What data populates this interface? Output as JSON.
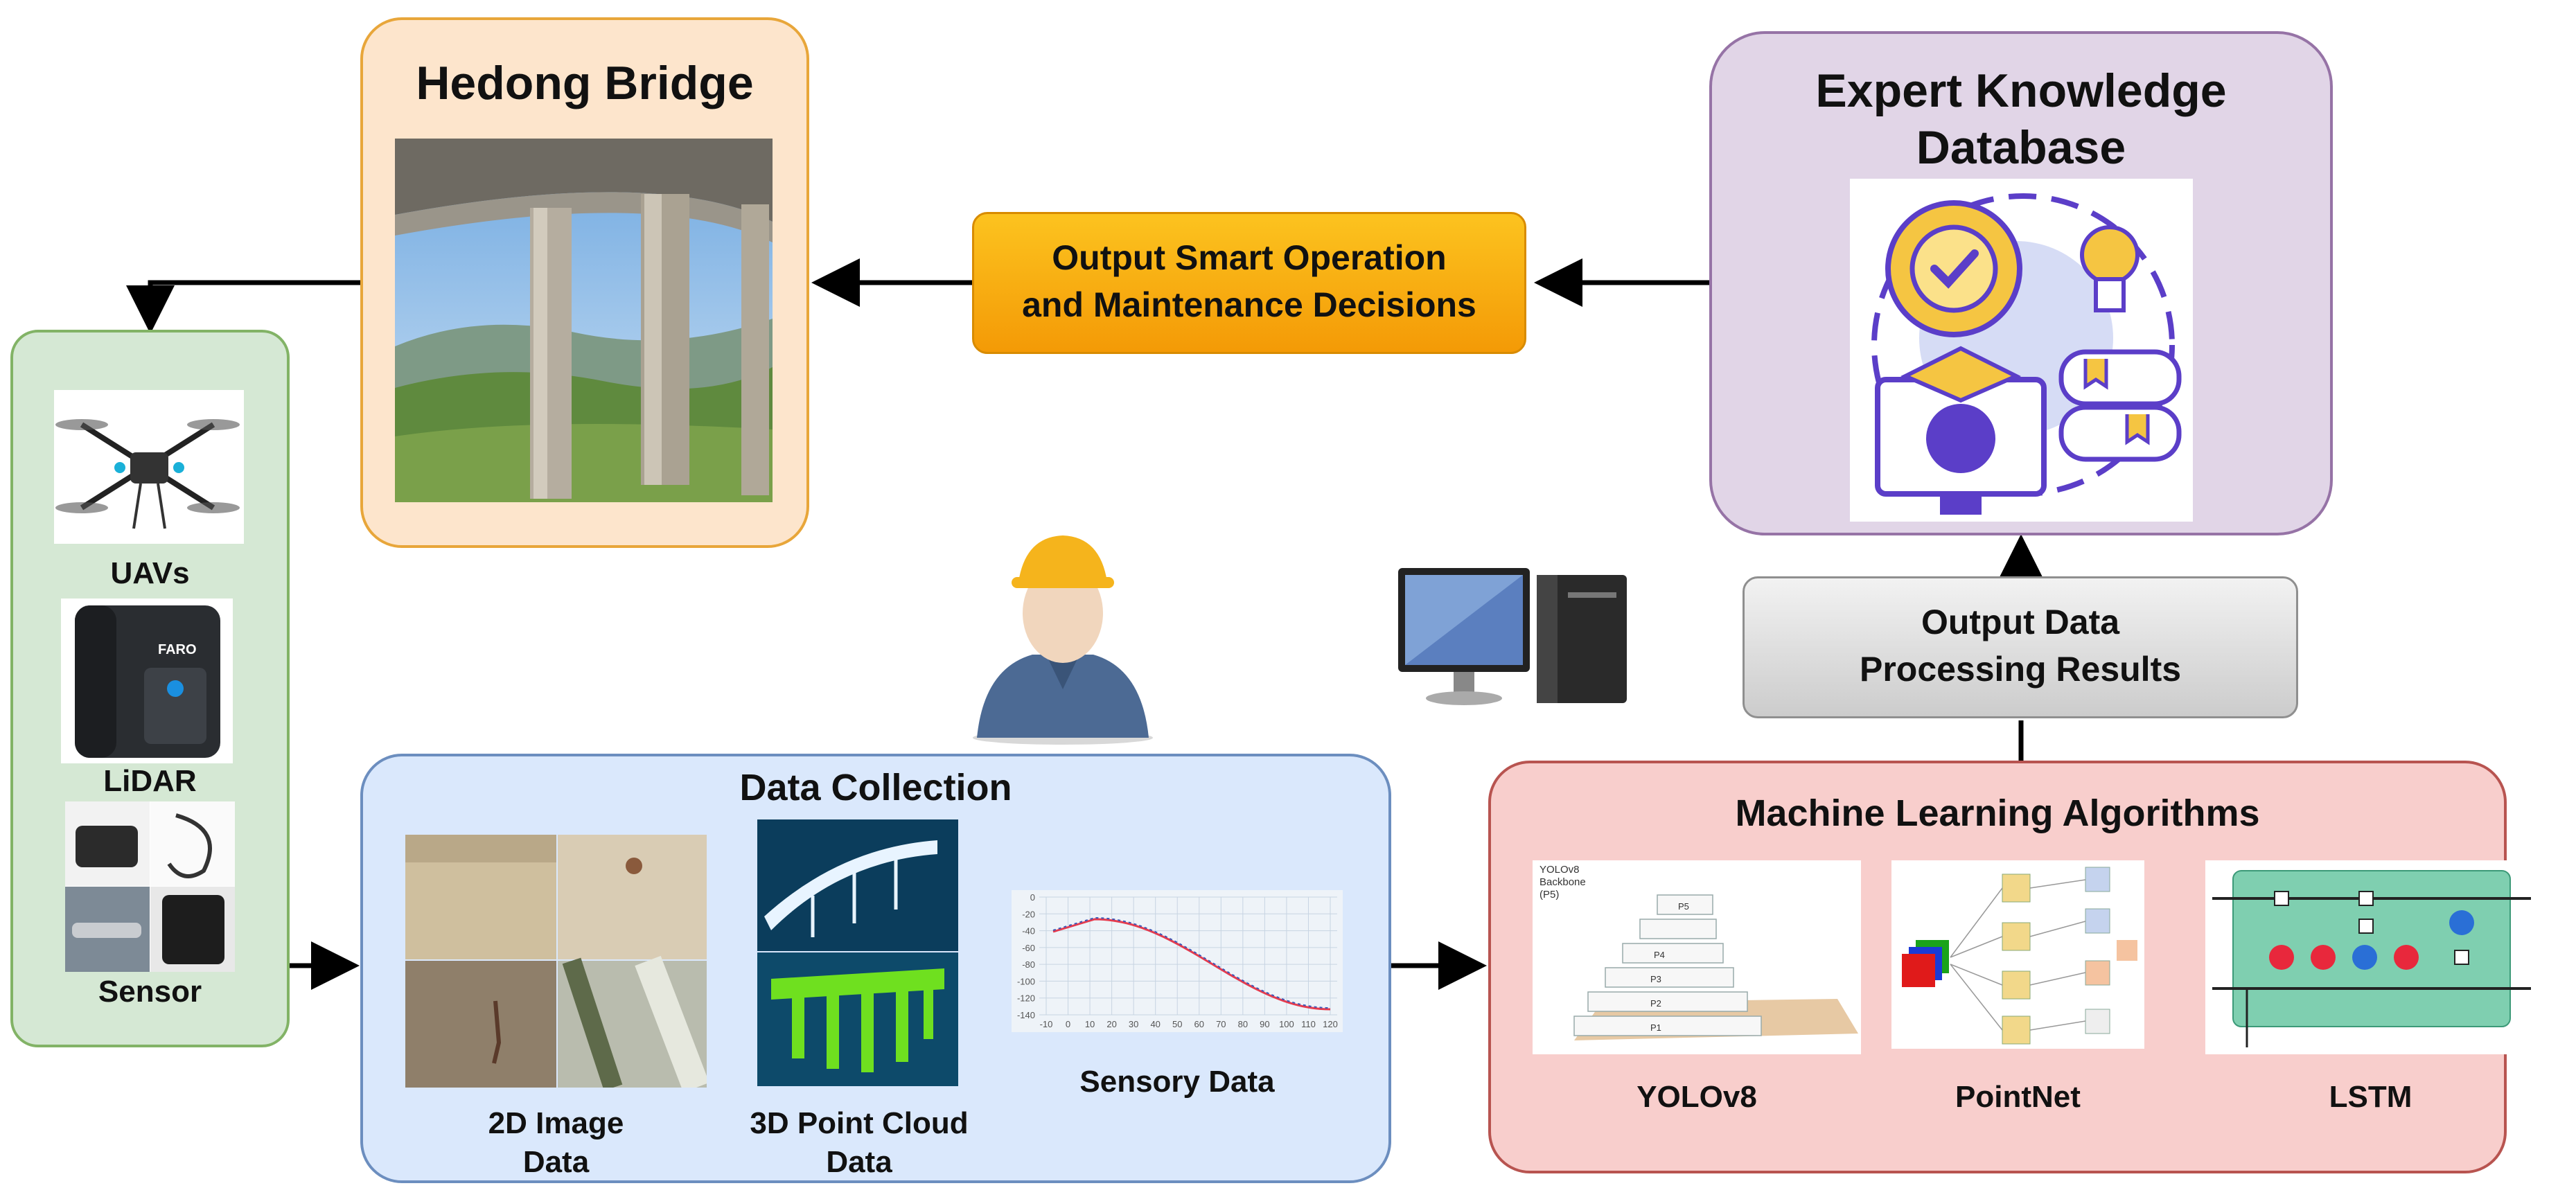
{
  "bridge": {
    "title": "Hedong Bridge"
  },
  "decisions": {
    "label": "Output Smart Operation\nand Maintenance Decisions"
  },
  "expert": {
    "title": "Expert Knowledge\nDatabase"
  },
  "devices": {
    "items": [
      {
        "label": "UAVs"
      },
      {
        "label": "LiDAR"
      },
      {
        "label": "Sensor"
      }
    ]
  },
  "collection": {
    "title": "Data Collection",
    "items": [
      {
        "label": "2D Image\nData"
      },
      {
        "label": "3D Point Cloud\nData"
      },
      {
        "label": "Sensory Data"
      }
    ]
  },
  "processing": {
    "label": "Output Data\nProcessing Results"
  },
  "ml": {
    "title": "Machine Learning Algorithms",
    "items": [
      {
        "label": "YOLOv8"
      },
      {
        "label": "PointNet"
      },
      {
        "label": "LSTM"
      }
    ],
    "yolo_texts": [
      "YOLOv8",
      "Backbone",
      "(P5)"
    ],
    "pyramid_levels": [
      "P5",
      "P4",
      "P3",
      "P2",
      "P1"
    ]
  },
  "lidar_brand": "FARO",
  "sensor_chart": {
    "x_ticks": [
      "-10",
      "0",
      "10",
      "20",
      "30",
      "40",
      "50",
      "60",
      "70",
      "80",
      "90",
      "100",
      "110",
      "120"
    ],
    "y_ticks": [
      "0",
      "-20",
      "-40",
      "-60",
      "-80",
      "-100",
      "-120",
      "-140"
    ]
  },
  "colors": {
    "bridge_fill": "#fde5cc",
    "bridge_border": "#e8a63a",
    "expert_fill": "#e1d5e7",
    "expert_border": "#9673a6",
    "devices_fill": "#d5e8d4",
    "devices_border": "#82b366",
    "collection_fill": "#dae8fc",
    "collection_border": "#6c8ebf",
    "ml_fill": "#f8cecc",
    "ml_border": "#b85450",
    "decision_fill": "#f7a912",
    "processing_fill": "#e2e2e2"
  }
}
